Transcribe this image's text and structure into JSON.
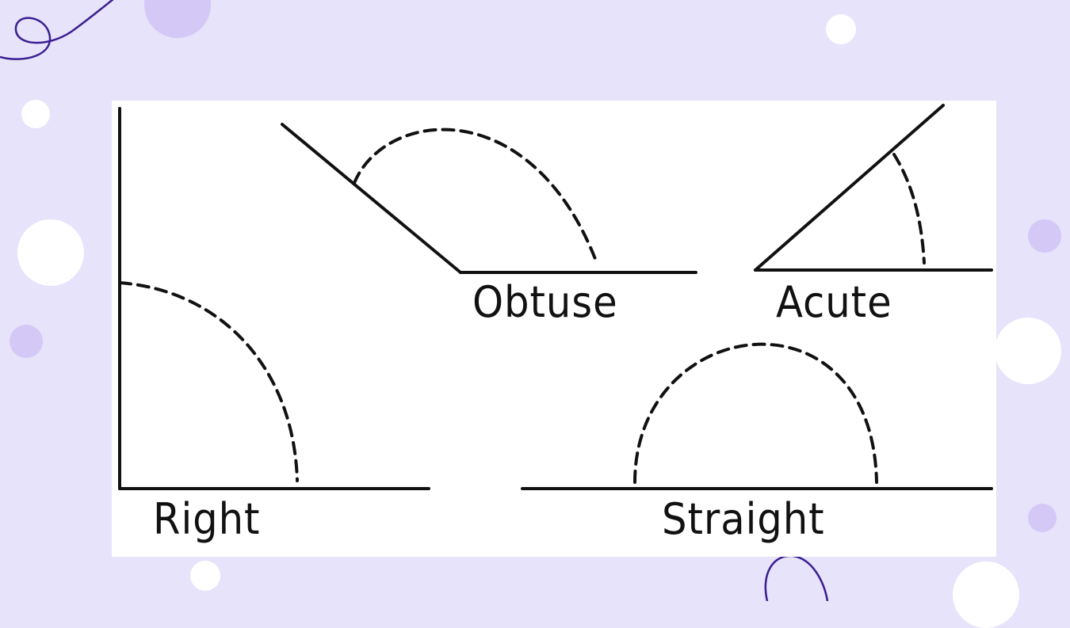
{
  "theme": {
    "background": "#e6e3fb",
    "panel": "#ffffff",
    "accent_purple": "#d4c8f6",
    "swirl": "#3b1d8f",
    "ink": "#111111"
  },
  "diagram": {
    "angles": [
      {
        "id": "obtuse",
        "label": "Obtuse"
      },
      {
        "id": "acute",
        "label": "Acute"
      },
      {
        "id": "right",
        "label": "Right"
      },
      {
        "id": "straight",
        "label": "Straight"
      }
    ]
  }
}
